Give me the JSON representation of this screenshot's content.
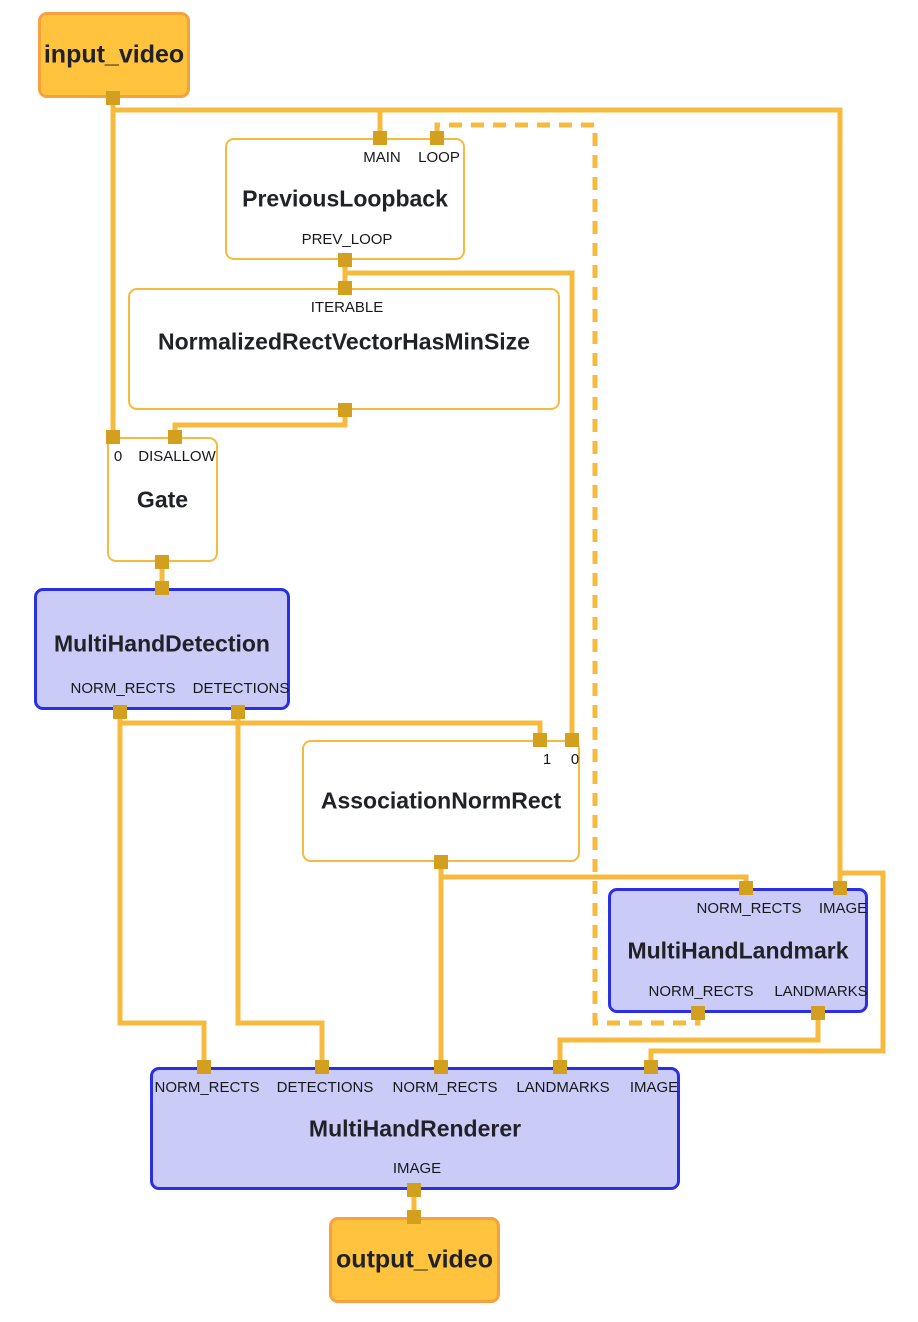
{
  "colors": {
    "edge": "#F6BB3E",
    "port": "#D2A01E",
    "stream_fill": "#FFC33D",
    "stream_border": "#F6A03E",
    "subgraph_fill": "#CBCBF8",
    "subgraph_border": "#2B2FE4",
    "calculator_fill": "#FFFFFF",
    "calculator_border": "#F6BB3E",
    "title_text": "#202227",
    "label_text": "#17181B"
  },
  "nodes": {
    "input_video": {
      "title": "input_video"
    },
    "previous_loopback": {
      "title": "PreviousLoopback",
      "in_main": "MAIN",
      "in_loop": "LOOP",
      "out_prev_loop": "PREV_LOOP"
    },
    "normalized_rect_vector_has_min_size": {
      "title": "NormalizedRectVectorHasMinSize",
      "in_iterable": "ITERABLE"
    },
    "gate": {
      "title": "Gate",
      "in_0": "0",
      "in_disallow": "DISALLOW"
    },
    "multi_hand_detection": {
      "title": "MultiHandDetection",
      "out_norm_rects": "NORM_RECTS",
      "out_detections": "DETECTIONS"
    },
    "association_norm_rect": {
      "title": "AssociationNormRect",
      "in_1": "1",
      "in_0": "0"
    },
    "multi_hand_landmark": {
      "title": "MultiHandLandmark",
      "in_norm_rects": "NORM_RECTS",
      "in_image": "IMAGE",
      "out_norm_rects": "NORM_RECTS",
      "out_landmarks": "LANDMARKS"
    },
    "multi_hand_renderer": {
      "title": "MultiHandRenderer",
      "in_norm_rects_1": "NORM_RECTS",
      "in_detections": "DETECTIONS",
      "in_norm_rects_2": "NORM_RECTS",
      "in_landmarks": "LANDMARKS",
      "in_image": "IMAGE",
      "out_image": "IMAGE"
    },
    "output_video": {
      "title": "output_video"
    }
  },
  "edges": [
    {
      "from": "input_video",
      "to": "PreviousLoopback.MAIN",
      "style": "solid"
    },
    {
      "from": "input_video",
      "to": "Gate.0",
      "style": "solid"
    },
    {
      "from": "input_video",
      "to": "MultiHandLandmark.IMAGE",
      "style": "solid"
    },
    {
      "from": "input_video",
      "to": "MultiHandRenderer.IMAGE",
      "style": "solid"
    },
    {
      "from": "PreviousLoopback.PREV_LOOP",
      "to": "NormalizedRectVectorHasMinSize.ITERABLE",
      "style": "solid"
    },
    {
      "from": "PreviousLoopback.PREV_LOOP",
      "to": "AssociationNormRect.0",
      "style": "solid"
    },
    {
      "from": "NormalizedRectVectorHasMinSize",
      "to": "Gate.DISALLOW",
      "style": "solid"
    },
    {
      "from": "Gate",
      "to": "MultiHandDetection",
      "style": "solid"
    },
    {
      "from": "MultiHandDetection.NORM_RECTS",
      "to": "AssociationNormRect.1",
      "style": "solid"
    },
    {
      "from": "MultiHandDetection.NORM_RECTS",
      "to": "MultiHandRenderer.NORM_RECTS",
      "style": "solid"
    },
    {
      "from": "MultiHandDetection.DETECTIONS",
      "to": "MultiHandRenderer.DETECTIONS",
      "style": "solid"
    },
    {
      "from": "AssociationNormRect",
      "to": "MultiHandLandmark.NORM_RECTS",
      "style": "solid"
    },
    {
      "from": "AssociationNormRect",
      "to": "MultiHandRenderer.NORM_RECTS",
      "style": "solid"
    },
    {
      "from": "MultiHandLandmark.LANDMARKS",
      "to": "MultiHandRenderer.LANDMARKS",
      "style": "solid"
    },
    {
      "from": "MultiHandLandmark.NORM_RECTS",
      "to": "PreviousLoopback.LOOP",
      "style": "dashed"
    },
    {
      "from": "MultiHandRenderer.IMAGE",
      "to": "output_video",
      "style": "solid"
    }
  ]
}
